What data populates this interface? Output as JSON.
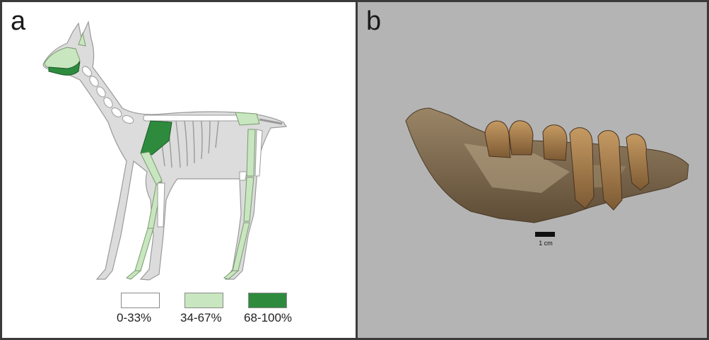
{
  "panels": {
    "a": {
      "label": "a",
      "legend": [
        {
          "label": "0-33%",
          "color": "#ffffff"
        },
        {
          "label": "34-67%",
          "color": "#c8e6bf"
        },
        {
          "label": "68-100%",
          "color": "#2e8b3e"
        }
      ]
    },
    "b": {
      "label": "b",
      "scale_label": "1 cm"
    }
  },
  "colors": {
    "silhouette": "#dcdcdc",
    "bone_low": "#ffffff",
    "bone_mid": "#c8e6bf",
    "bone_high": "#2e8b3e",
    "panel_b_background": "#b4b4b4",
    "fossil": "#8a7456"
  }
}
